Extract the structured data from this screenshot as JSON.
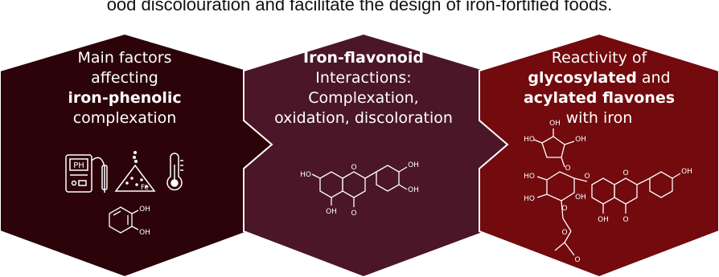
{
  "caption": "ood discolouration and facilitate the design of iron-fortified foods.",
  "colors": {
    "left_panel": "#2b0309",
    "middle_panel": "#4a1628",
    "right_panel": "#720a0e",
    "border": "#ffffff"
  },
  "panels": {
    "left": {
      "line1": "Main factors",
      "line2": "affecting",
      "line3_bold": "iron-phenolic",
      "line4": "complexation",
      "icons": [
        "ph-meter-icon",
        "iron-powder-icon",
        "thermometer-icon",
        "catechol-structure-icon"
      ],
      "ph_label": "PH",
      "fe_label": "Fe",
      "catechol_oh1": "OH",
      "catechol_oh2": "OH"
    },
    "middle": {
      "line1_bold": "Iron-flavonoid",
      "line2": "Interactions:",
      "line3": "Complexation,",
      "line4": "oxidation, discoloration",
      "molecule_labels": [
        "HO",
        "OH",
        "OH",
        "OH",
        "O",
        "O"
      ]
    },
    "right": {
      "line1": "Reactivity of",
      "line2_bold": "glycosylated",
      "line2_rest": " and",
      "line3_bold": "acylated flavones",
      "line4": "with iron",
      "molecule_labels": [
        "OH",
        "HO",
        "OH",
        "OH",
        "HO",
        "HO",
        "OH",
        "OH",
        "O",
        "O",
        "O",
        "O",
        "O",
        "O",
        "O"
      ]
    }
  }
}
